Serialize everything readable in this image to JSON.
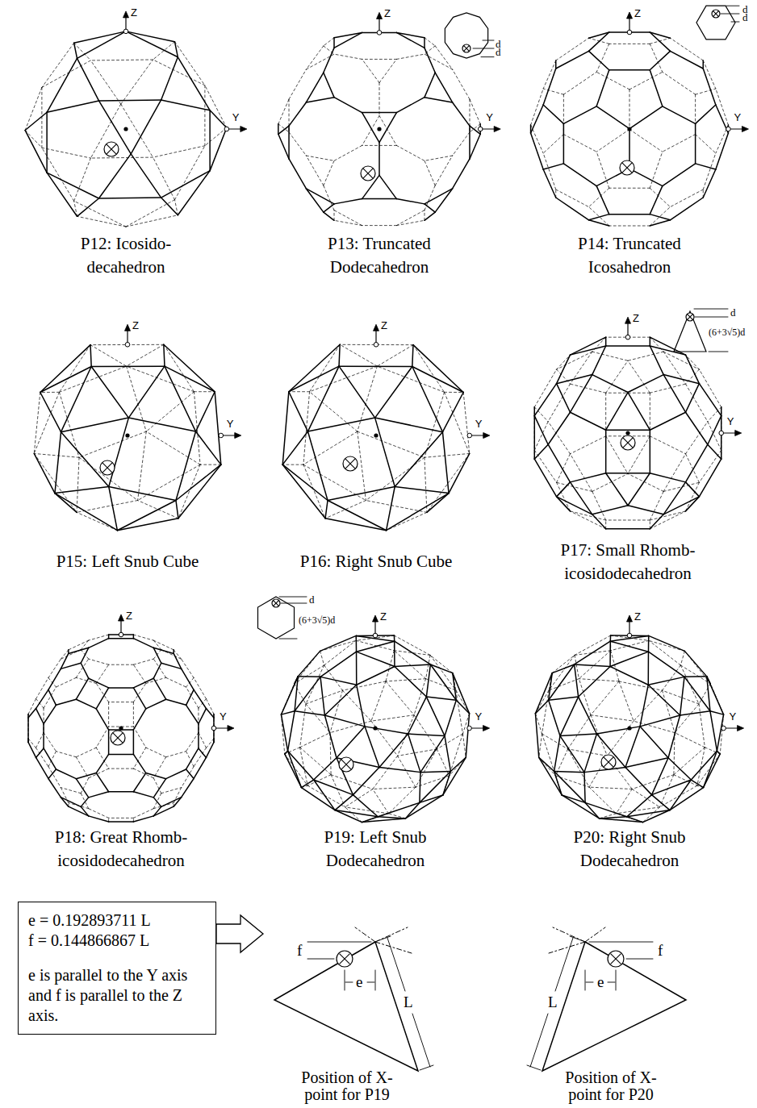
{
  "diagram": {
    "nodes": [
      {
        "text": [
          "e = 0.192893711 L",
          "f = 0.144866867 L",
          "e is parallel to the Y axis and f is parallel to the Z axis."
        ]
      }
    ],
    "labels": [
      "Z",
      "Y",
      "P12: Icosido- decahedron",
      "Z",
      "d",
      "d",
      "Y",
      "P13: Truncated Dodecahedron",
      "Z",
      "d",
      "d",
      "Y",
      "P14: Truncated Icosahedron",
      "Z",
      "Y",
      "P15: Left Snub Cube",
      "Z",
      "Y",
      "P16: Right Snub Cube",
      "Z",
      "d",
      "(6+3√5)d",
      "Y",
      "P17: Small Rhomb- icosidodecahedron",
      "Z",
      "d",
      "(6+3√5)d",
      "Y",
      "P18: Great Rhomb- icosidodecahedron",
      "Z",
      "Y",
      "P19: Left Snub Dodecahedron",
      "Z",
      "Y",
      "P20: Right Snub Dodecahedron",
      "f",
      "e",
      "L",
      "Position of X-point for P19",
      "L",
      "e",
      "f",
      "Position of X-point for P20"
    ]
  }
}
